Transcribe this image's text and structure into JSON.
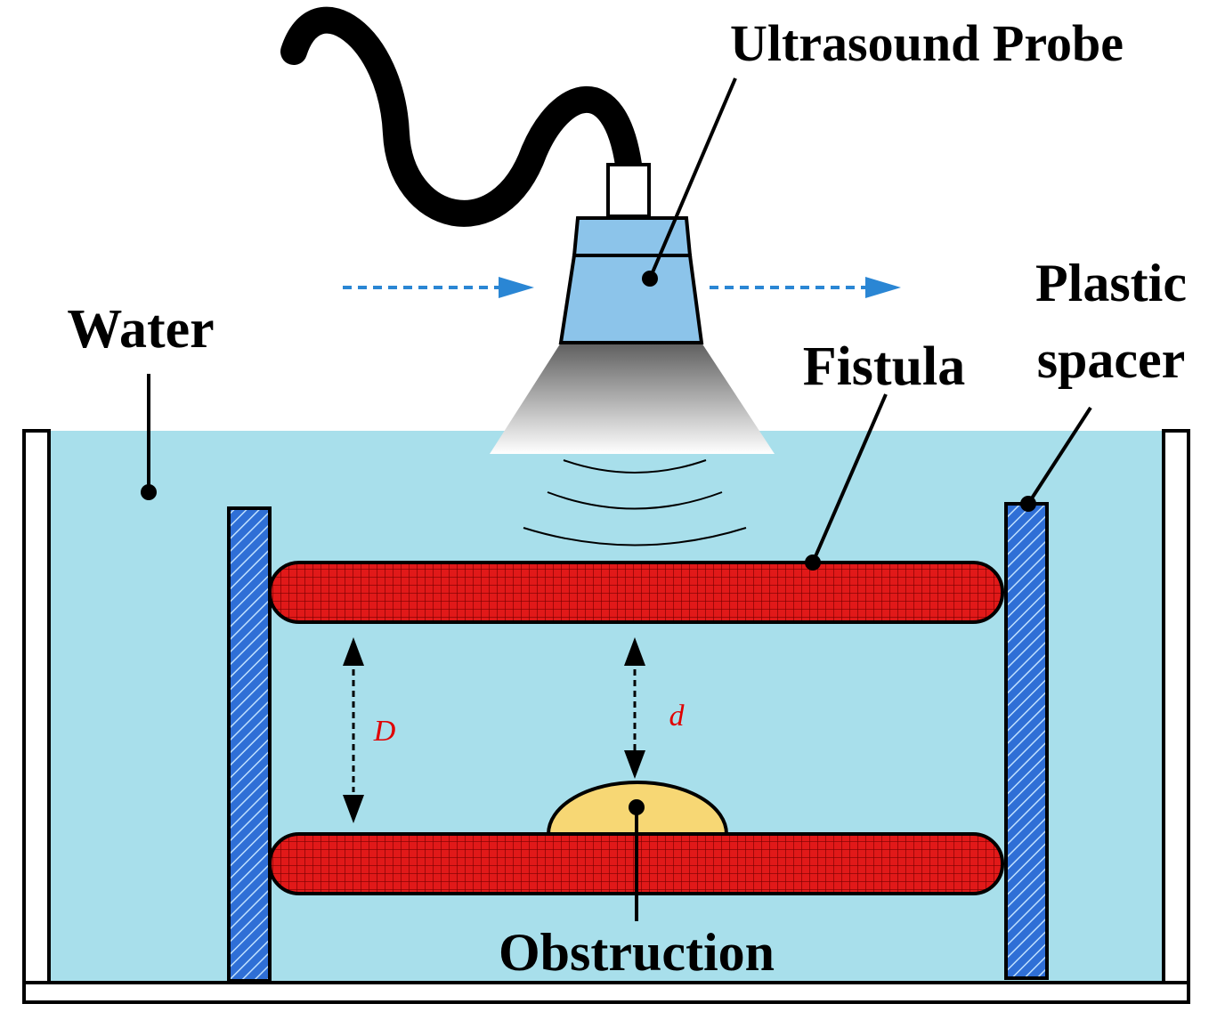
{
  "labels": {
    "probe": "Ultrasound Probe",
    "water": "Water",
    "spacer_line1": "Plastic",
    "spacer_line2": "spacer",
    "fistula": "Fistula",
    "obstruction": "Obstruction",
    "dim_outer": "D",
    "dim_inner": "d"
  },
  "colors": {
    "water": "#a8dfeb",
    "fistula": "#e11919",
    "fistula_grid": "#7a0000",
    "spacer": "#2f6fd6",
    "probe": "#8cc4ea",
    "obstruction": "#f7d774",
    "motion_arrow": "#2a86d4",
    "dimension_text": "#e00000"
  }
}
